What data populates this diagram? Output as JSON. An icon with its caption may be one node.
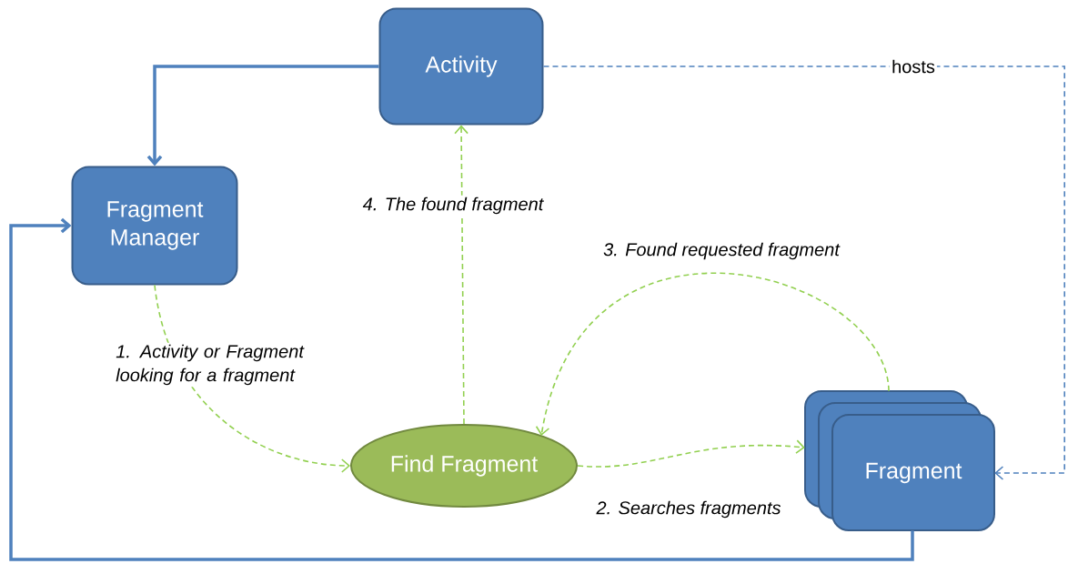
{
  "diagram": {
    "nodes": [
      {
        "text": [
          "Activity"
        ]
      },
      {
        "text": [
          "Fragment Manager"
        ]
      },
      {
        "text": [
          "Find Fragment"
        ]
      },
      {
        "text": [
          "Fragment"
        ]
      }
    ],
    "edges": [
      {
        "from": 0,
        "to": 1,
        "arrow": "to",
        "style": "thick",
        "color": "#4f81bd"
      },
      {
        "from": 3,
        "to": 1,
        "arrow": "to",
        "style": "thick",
        "color": "#4f81bd"
      },
      {
        "from": 1,
        "to": 2,
        "arrow": "to",
        "style": "dashed",
        "label": "1. Activity or Fragment looking for a fragment"
      },
      {
        "from": 2,
        "to": 3,
        "arrow": "to",
        "style": "dashed",
        "label": "2. Searches fragments"
      },
      {
        "from": 3,
        "to": 2,
        "arrow": "to",
        "style": "dashed",
        "label": "3. Found requested fragment"
      },
      {
        "from": 2,
        "to": 0,
        "arrow": "to",
        "style": "dashed",
        "label": "4. The found fragment"
      },
      {
        "from": 0,
        "to": 3,
        "arrow": "to",
        "style": "dashed",
        "color": "#4f81bd",
        "label": "hosts"
      }
    ]
  }
}
